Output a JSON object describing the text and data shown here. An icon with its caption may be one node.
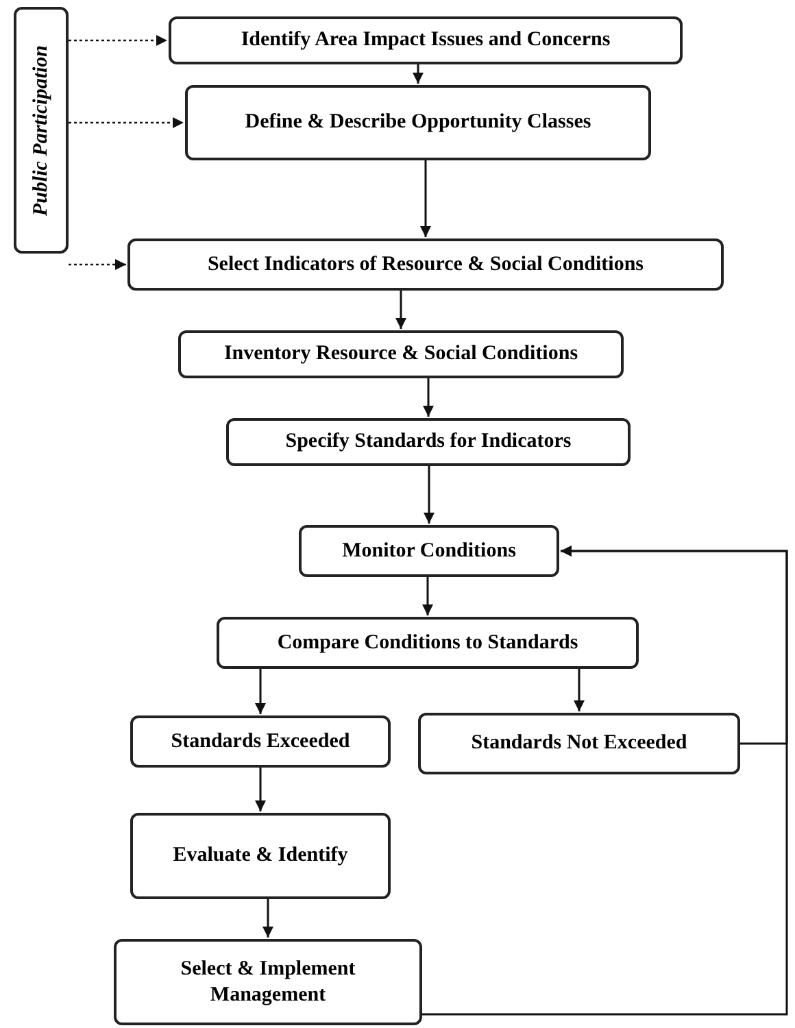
{
  "diagram": {
    "nodes": [
      {
        "text": [
          "Public Participation"
        ]
      },
      {
        "text": [
          "Identify Area Impact Issues and Concerns"
        ]
      },
      {
        "text": [
          "Define & Describe Opportunity Classes"
        ]
      },
      {
        "text": [
          "Select Indicators of Resource & Social Conditions"
        ]
      },
      {
        "text": [
          "Inventory Resource & Social Conditions"
        ]
      },
      {
        "text": [
          "Specify Standards for Indicators"
        ]
      },
      {
        "text": [
          "Monitor Conditions"
        ]
      },
      {
        "text": [
          "Compare Conditions to Standards"
        ]
      },
      {
        "text": [
          "Standards Exceeded"
        ]
      },
      {
        "text": [
          "Standards Not Exceeded"
        ]
      },
      {
        "text": [
          "Evaluate & Identify"
        ]
      },
      {
        "text": [
          "Select & Implement Management"
        ]
      }
    ],
    "edges": [
      {
        "from": 0,
        "to": 1,
        "arrow": "to",
        "style": "dashed"
      },
      {
        "from": 0,
        "to": 2,
        "arrow": "to",
        "style": "dashed"
      },
      {
        "from": 0,
        "to": 3,
        "arrow": "to",
        "style": "dashed"
      },
      {
        "from": 1,
        "to": 2,
        "arrow": "to"
      },
      {
        "from": 2,
        "to": 3,
        "arrow": "to"
      },
      {
        "from": 3,
        "to": 4,
        "arrow": "to"
      },
      {
        "from": 4,
        "to": 5,
        "arrow": "to"
      },
      {
        "from": 5,
        "to": 6,
        "arrow": "to"
      },
      {
        "from": 6,
        "to": 7,
        "arrow": "to"
      },
      {
        "from": 7,
        "to": 8,
        "arrow": "to"
      },
      {
        "from": 7,
        "to": 9,
        "arrow": "to"
      },
      {
        "from": 8,
        "to": 10,
        "arrow": "to"
      },
      {
        "from": 10,
        "to": 11,
        "arrow": "to"
      },
      {
        "from": 9,
        "to": 6,
        "arrow": "to"
      },
      {
        "from": 11,
        "to": 6,
        "arrow": "to"
      }
    ]
  }
}
